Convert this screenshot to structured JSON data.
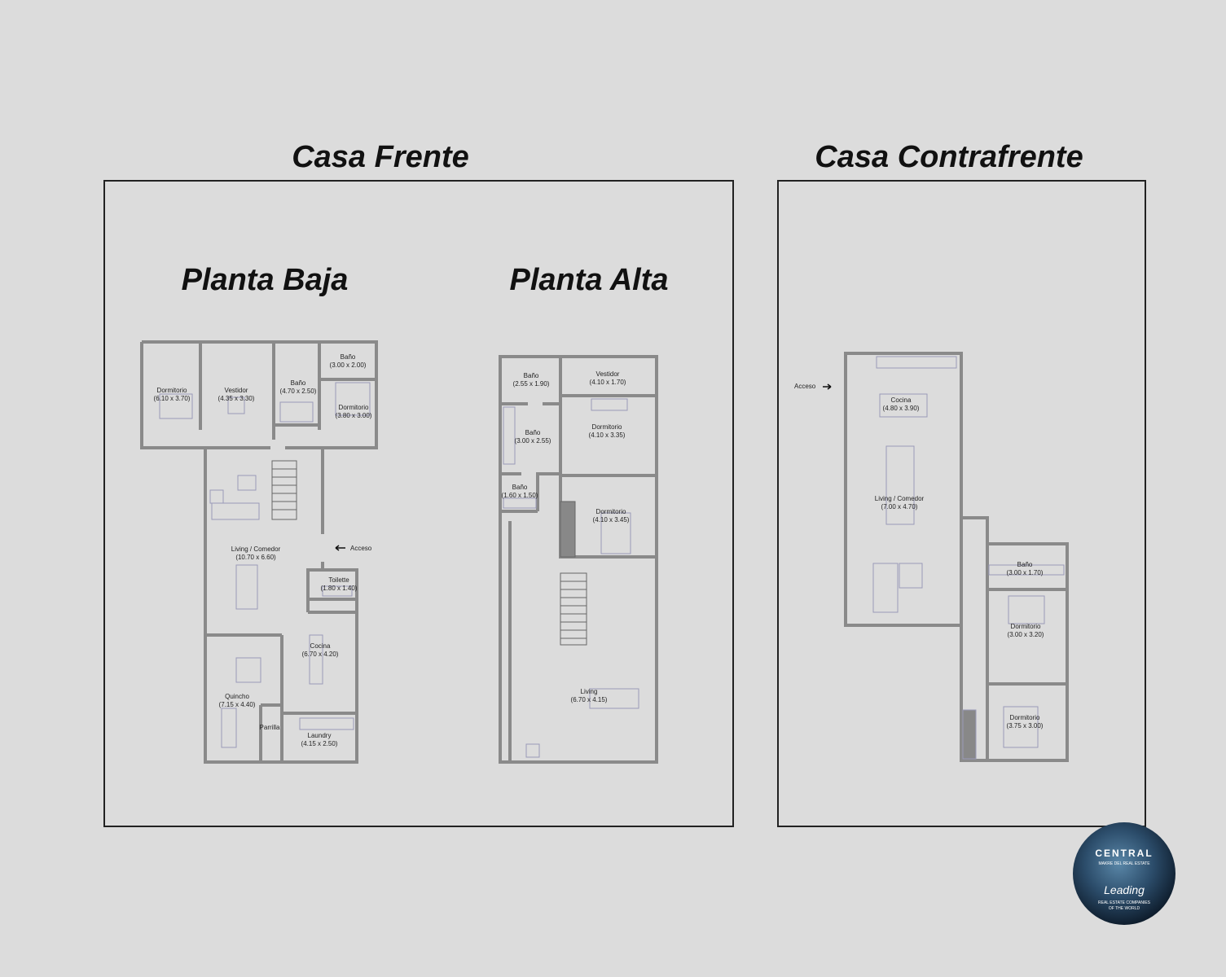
{
  "casa_frente": {
    "title": "Casa Frente",
    "planta_baja": {
      "title": "Planta Baja",
      "acceso": "Acceso",
      "rooms": [
        {
          "name": "Dormitorio",
          "dims": "(6.10 x 3.70)"
        },
        {
          "name": "Vestidor",
          "dims": "(4.35 x 3.30)"
        },
        {
          "name": "Baño",
          "dims": "(4.70 x 2.50)"
        },
        {
          "name": "Baño",
          "dims": "(3.00 x 2.00)"
        },
        {
          "name": "Dormitorio",
          "dims": "(3.80 x 3.00)"
        },
        {
          "name": "Living / Comedor",
          "dims": "(10.70 x 6.60)"
        },
        {
          "name": "Toilette",
          "dims": "(1.80 x 1.40)"
        },
        {
          "name": "Cocina",
          "dims": "(6.70 x 4.20)"
        },
        {
          "name": "Quincho",
          "dims": "(7.15 x 4.40)"
        },
        {
          "name": "Parrilla",
          "dims": ""
        },
        {
          "name": "Laundry",
          "dims": "(4.15 x 2.50)"
        }
      ]
    },
    "planta_alta": {
      "title": "Planta Alta",
      "rooms": [
        {
          "name": "Baño",
          "dims": "(2.55 x 1.90)"
        },
        {
          "name": "Vestidor",
          "dims": "(4.10 x 1.70)"
        },
        {
          "name": "Baño",
          "dims": "(3.00 x 2.55)"
        },
        {
          "name": "Dormitorio",
          "dims": "(4.10 x 3.35)"
        },
        {
          "name": "Baño",
          "dims": "(1.60 x 1.50)"
        },
        {
          "name": "Dormitorio",
          "dims": "(4.10 x 3.45)"
        },
        {
          "name": "Living",
          "dims": "(6.70 x 4.15)"
        }
      ]
    }
  },
  "casa_contrafrente": {
    "title": "Casa Contrafrente",
    "acceso": "Acceso",
    "rooms": [
      {
        "name": "Cocina",
        "dims": "(4.80 x 3.90)"
      },
      {
        "name": "Living / Comedor",
        "dims": "(7.00 x 4.70)"
      },
      {
        "name": "Baño",
        "dims": "(3.00 x 1.70)"
      },
      {
        "name": "Dormitorio",
        "dims": "(3.00 x 3.20)"
      },
      {
        "name": "Dormitorio",
        "dims": "(3.75 x 3.00)"
      }
    ]
  },
  "logo": {
    "brand": "CENTRAL",
    "tagline": "MAKRE DEL REAL ESTATE",
    "slogan": "Leading",
    "slogan_sub": "REAL ESTATE COMPANIES",
    "slogan_sub2": "OF THE WORLD"
  },
  "colors": {
    "background": "#dcdcdc",
    "wall": "#8a8a8a",
    "frame": "#222222",
    "title": "#111111"
  }
}
